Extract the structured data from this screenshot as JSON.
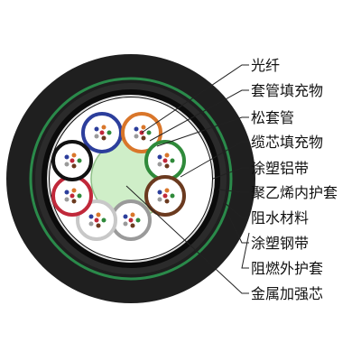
{
  "labels": {
    "fiber": "光纤",
    "tube_filler": "套管填充物",
    "loose_tube": "松套管",
    "cable_core_filler": "缆芯填充物",
    "coated_aluminum_tape": "涂塑铝带",
    "pe_inner_sheath": "聚乙烯内护套",
    "water_blocking_material": "阻水材料",
    "coated_steel_tape": "涂塑钢带",
    "flame_retardant_outer_sheath": "阻燃外护套",
    "metal_strength_member": "金属加强芯"
  },
  "colors": {
    "outer_sheath": "#1f1f1f",
    "steel_tape": "#2a8a4a",
    "inner_sheath": "#0b0b0b",
    "core_background": "#ffffff",
    "strength_member": "#cfeec8",
    "tube_blue": "#2c3e9c",
    "tube_orange": "#d9762a",
    "tube_green": "#2f8a3a",
    "tube_brown": "#6b3a1f",
    "tube_gray": "#9a9a9a",
    "tube_white": "#c8c8c8",
    "tube_red": "#c0283a",
    "tube_black": "#111111"
  }
}
